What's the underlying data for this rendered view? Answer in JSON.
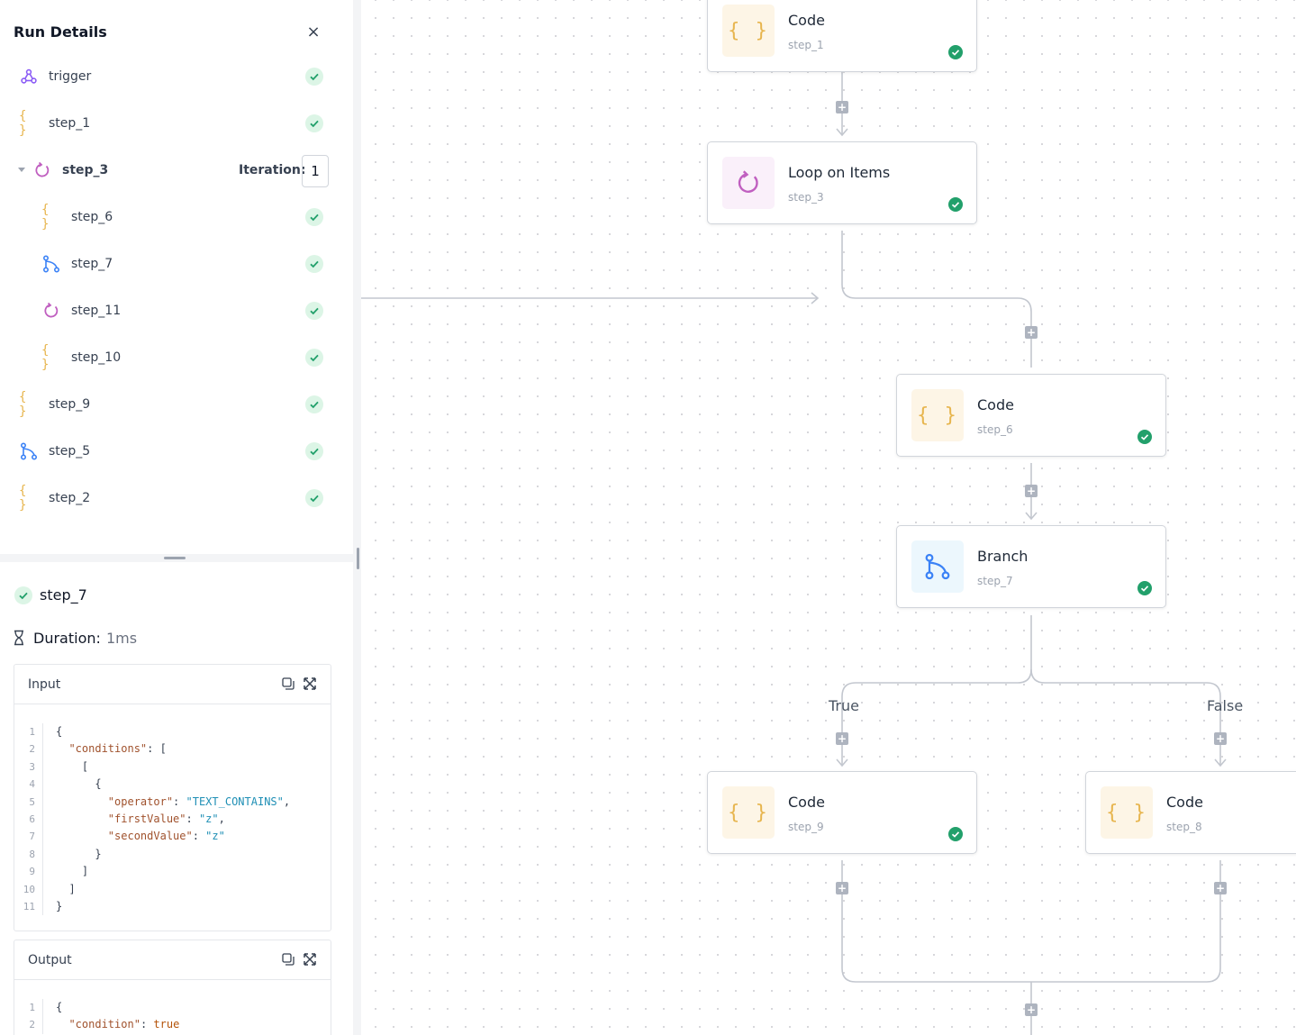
{
  "panel": {
    "title": "Run Details",
    "close_glyph": "×",
    "iteration_label": "Iteration:",
    "iteration_value": "1",
    "steps": [
      {
        "name": "trigger",
        "icon": "webhook-icon",
        "status": "success"
      },
      {
        "name": "step_1",
        "icon": "code-icon",
        "status": "success"
      },
      {
        "name": "step_3",
        "icon": "loop-icon",
        "status": "expanded"
      },
      {
        "name": "step_6",
        "icon": "code-icon",
        "status": "success"
      },
      {
        "name": "step_7",
        "icon": "branch-icon",
        "status": "success"
      },
      {
        "name": "step_11",
        "icon": "loop-icon",
        "status": "success"
      },
      {
        "name": "step_10",
        "icon": "code-icon",
        "status": "success"
      },
      {
        "name": "step_9",
        "icon": "code-icon",
        "status": "success"
      },
      {
        "name": "step_5",
        "icon": "branch-icon",
        "status": "success"
      },
      {
        "name": "step_2",
        "icon": "code-icon",
        "status": "success"
      }
    ],
    "selected": {
      "name": "step_7",
      "duration_label": "Duration:",
      "duration_value": "1ms"
    },
    "input": {
      "title": "Input",
      "lines": [
        "1",
        "2",
        "3",
        "4",
        "5",
        "6",
        "7",
        "8",
        "9",
        "10",
        "11"
      ],
      "key_conditions": "\"conditions\"",
      "key_operator": "\"operator\"",
      "val_operator": "\"TEXT_CONTAINS\"",
      "key_first": "\"firstValue\"",
      "val_first": "\"z\"",
      "key_second": "\"secondValue\"",
      "val_second": "\"z\""
    },
    "output": {
      "title": "Output",
      "lines": [
        "1",
        "2"
      ],
      "key_condition": "\"condition\"",
      "val_condition": "true"
    }
  },
  "canvas": {
    "nodes": [
      {
        "title": "Code",
        "sub": "step_1",
        "icon": "code-icon",
        "status": "success"
      },
      {
        "title": "Loop on Items",
        "sub": "step_3",
        "icon": "loop-icon",
        "status": "success"
      },
      {
        "title": "Code",
        "sub": "step_6",
        "icon": "code-icon",
        "status": "success"
      },
      {
        "title": "Branch",
        "sub": "step_7",
        "icon": "branch-icon",
        "status": "success"
      },
      {
        "title": "Code",
        "sub": "step_9",
        "icon": "code-icon",
        "status": "success"
      },
      {
        "title": "Code",
        "sub": "step_8",
        "icon": "code-icon",
        "status": "none"
      }
    ],
    "branch_true": "True",
    "branch_false": "False",
    "add_glyph": "+"
  },
  "colors": {
    "success": "#22a06b",
    "code": "#e7b54e",
    "loop": "#c05fc0",
    "branch": "#3b82f6",
    "trigger": "#8b5cf6",
    "edge": "#c3c7cf"
  }
}
